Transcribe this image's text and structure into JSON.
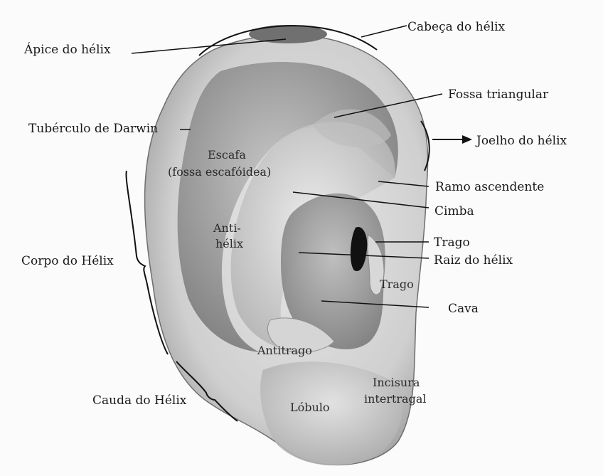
{
  "labels": {
    "apice_helix": "Ápice do hélix",
    "cabeca_helix": "Cabeça do hélix",
    "fossa_triangular": "Fossa triangular",
    "tuberculo_darwin": "Tubérculo de Darwin",
    "joelho_helix": "Joelho do hélix",
    "escafa": "Escafa",
    "fossa_escafoidea": "(fossa escafóidea)",
    "ramo_ascendente": "Ramo ascendente",
    "cimba": "Cimba",
    "anti": "Anti-",
    "helix_inner": "hélix",
    "trago_top": "Trago",
    "corpo_helix": "Corpo do Hélix",
    "raiz_helix": "Raiz do hélix",
    "trago_inner": "Trago",
    "cava": "Cava",
    "antitrago": "Antitrago",
    "incisura": "Incisura",
    "intertragal": "intertragal",
    "cauda_helix": "Cauda do Hélix",
    "lobulo": "Lóbulo"
  }
}
